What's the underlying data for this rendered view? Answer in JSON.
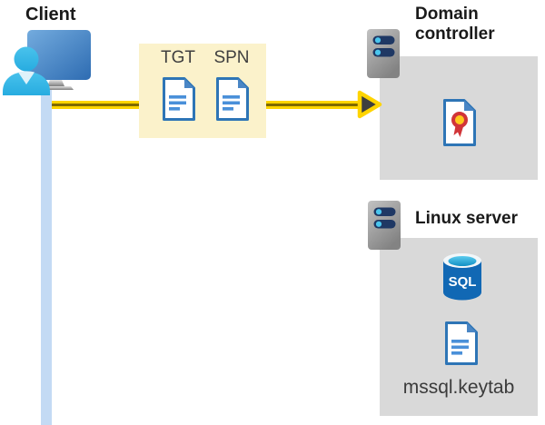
{
  "diagram": {
    "description": "Kerberos authentication flow from a client through a domain controller to a Linux server running SQL Server"
  },
  "client": {
    "label": "Client"
  },
  "ticket_box": {
    "tgt_label": "TGT",
    "spn_label": "SPN"
  },
  "domain_controller": {
    "title": "Domain controller"
  },
  "linux_server": {
    "title": "Linux server",
    "database_label": "SQL",
    "keytab_label": "mssql.keytab"
  },
  "icons": {
    "client": "person-at-computer-icon",
    "tgt": "document-icon",
    "spn": "document-icon",
    "domain_controller": "rack-server-icon",
    "certificate": "certificate-icon",
    "linux_server": "rack-server-icon",
    "database": "sql-database-cylinder-icon",
    "keytab": "document-icon"
  },
  "colors": {
    "arrow_yellow": "#FFD400",
    "arrow_core": "#7F6A00",
    "arrowhead_fill": "#3F3F3F",
    "ticket_box_bg": "#FBF2CB",
    "server_box_bg": "#D9D9D9",
    "timeline_blue": "#C3DAF4",
    "doc_border_blue": "#2E75B6",
    "doc_line_blue": "#4A90D9",
    "server_bar_navy": "#1F3864",
    "server_led_cyan": "#4AC6EE",
    "sql_body_blue": "#1168B4",
    "person_cyan": "#33B6E8",
    "rosette_red": "#D13438",
    "rosette_yellow": "#FFC81E"
  }
}
